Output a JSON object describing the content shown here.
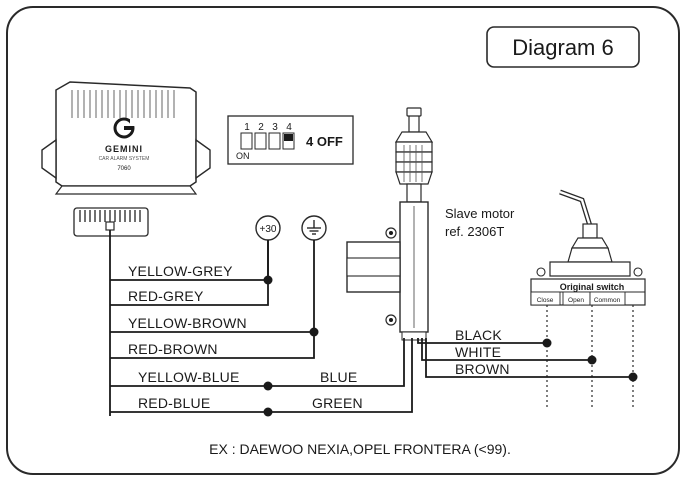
{
  "diagram": {
    "title": "Diagram 6",
    "footer": "EX : DAEWOO NEXIA,OPEL FRONTERA (<99).",
    "module": {
      "brand": "GEMINI",
      "tagline": "CAR ALARM SYSTEM",
      "model": "7060"
    },
    "dip_switch": {
      "numbers": [
        "1",
        "2",
        "3",
        "4"
      ],
      "on_label": "ON",
      "setting": "4 OFF"
    },
    "terminals": {
      "plus30": "+30",
      "ground_icon": "ground-icon"
    },
    "slave_motor": {
      "line1": "Slave motor",
      "line2": "ref. 2306T"
    },
    "original_switch": {
      "title": "Original switch",
      "close": "Close",
      "open": "Open",
      "common": "Common"
    },
    "wires_left": {
      "yellow_grey": "YELLOW-GREY",
      "red_grey": "RED-GREY",
      "yellow_brown": "YELLOW-BROWN",
      "red_brown": "RED-BROWN",
      "yellow_blue": "YELLOW-BLUE",
      "red_blue": "RED-BLUE"
    },
    "wires_motor": {
      "blue": "BLUE",
      "green": "GREEN",
      "black": "BLACK",
      "white": "WHITE",
      "brown": "BROWN"
    }
  }
}
